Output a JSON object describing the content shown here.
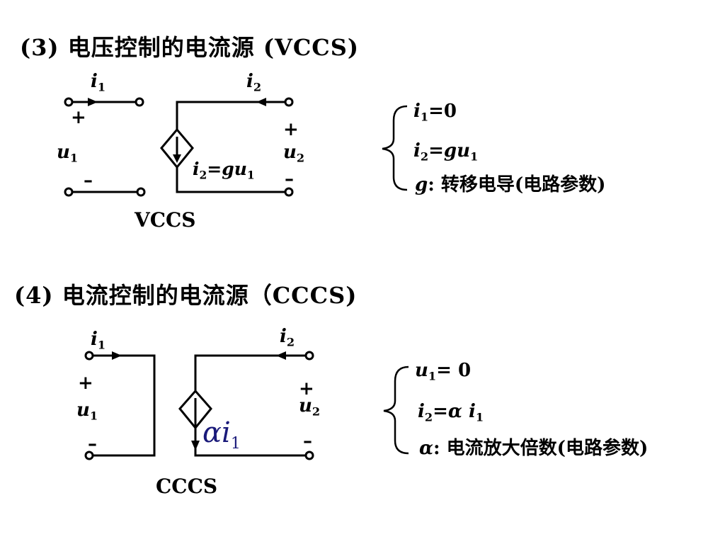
{
  "sections": [
    {
      "title_num": "(3)",
      "title_text": "电压控制的电流源",
      "title_abbr": "(VCCS)",
      "caption": "VCCS",
      "source_label": {
        "var": "i",
        "sub": "2",
        "eq": "=gu",
        "sub2": "1"
      },
      "equations": [
        {
          "var": "i",
          "sub": "1",
          "rest": "=0"
        },
        {
          "var": "i",
          "sub": "2",
          "rest": "=gu",
          "sub2": "1"
        },
        {
          "var": "g",
          "rest": ":  转移电导(电路参数)"
        }
      ]
    },
    {
      "title_num": "(4)",
      "title_text": "电流控制的电流源（",
      "title_abbr": "CCCS)",
      "caption": "CCCS",
      "source_label": {
        "var": "αi",
        "sub": "1"
      },
      "equations": [
        {
          "var": "u",
          "sub": "1",
          "rest": "= 0"
        },
        {
          "var": "i",
          "sub": "2",
          "rest": "=α i",
          "sub2": "1"
        },
        {
          "var": "α",
          "rest": ": 电流放大倍数(电路参数)"
        }
      ]
    }
  ],
  "labels": {
    "i": "i",
    "u": "u",
    "one": "1",
    "two": "2",
    "plus": "+",
    "minus": "–"
  }
}
